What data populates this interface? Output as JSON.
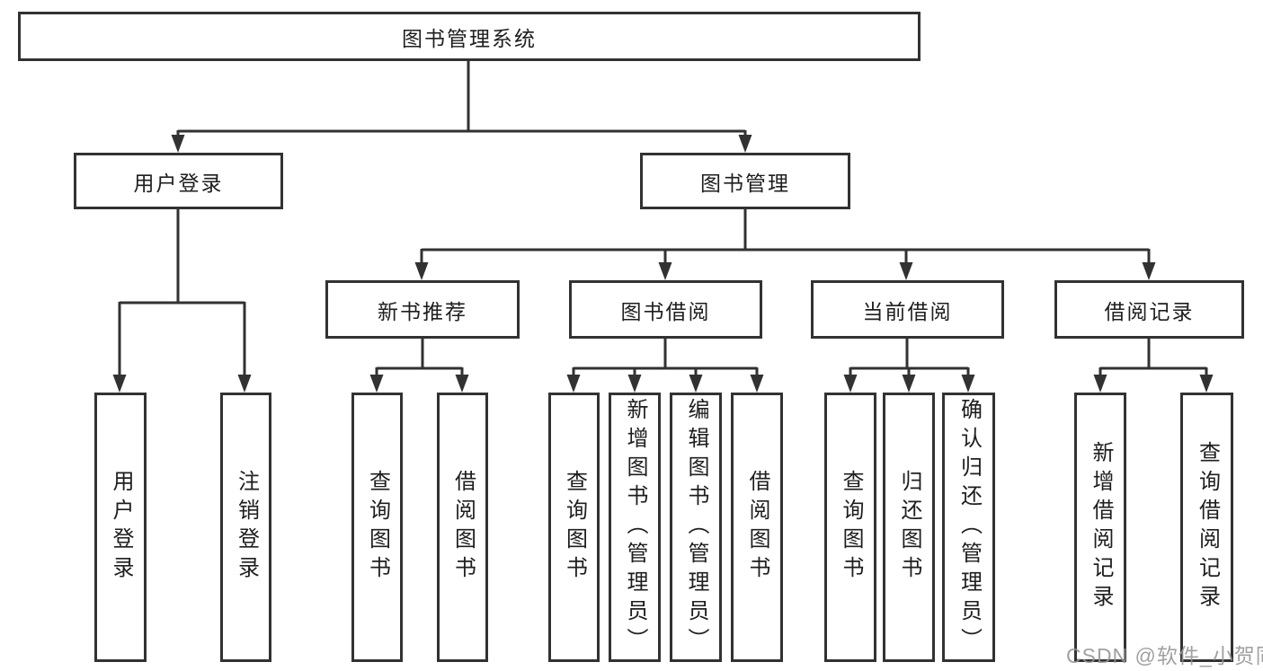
{
  "diagram_title": "图书管理系统",
  "tree": {
    "root": "图书管理系统",
    "branches": [
      {
        "label": "用户登录",
        "children": [
          {
            "label": "用户登录"
          },
          {
            "label": "注销登录"
          }
        ]
      },
      {
        "label": "图书管理",
        "children": [
          {
            "label": "新书推荐",
            "children": [
              {
                "label": "查询图书"
              },
              {
                "label": "借阅图书"
              }
            ]
          },
          {
            "label": "图书借阅",
            "children": [
              {
                "label": "查询图书"
              },
              {
                "label": "新增图书（管理员）"
              },
              {
                "label": "编辑图书（管理员）"
              },
              {
                "label": "借阅图书"
              }
            ]
          },
          {
            "label": "当前借阅",
            "children": [
              {
                "label": "查询图书"
              },
              {
                "label": "归还图书"
              },
              {
                "label": "确认归还（管理员）"
              }
            ]
          },
          {
            "label": "借阅记录",
            "children": [
              {
                "label": "新增借阅记录"
              },
              {
                "label": "查询借阅记录"
              }
            ]
          }
        ]
      }
    ]
  },
  "watermark": "CSDN @软件_小贺同学",
  "colors": {
    "line": "#323232",
    "text": "#1e1e1e",
    "box_background": "#ffffff",
    "page_background": "#ffffff",
    "watermark": "#949494"
  }
}
